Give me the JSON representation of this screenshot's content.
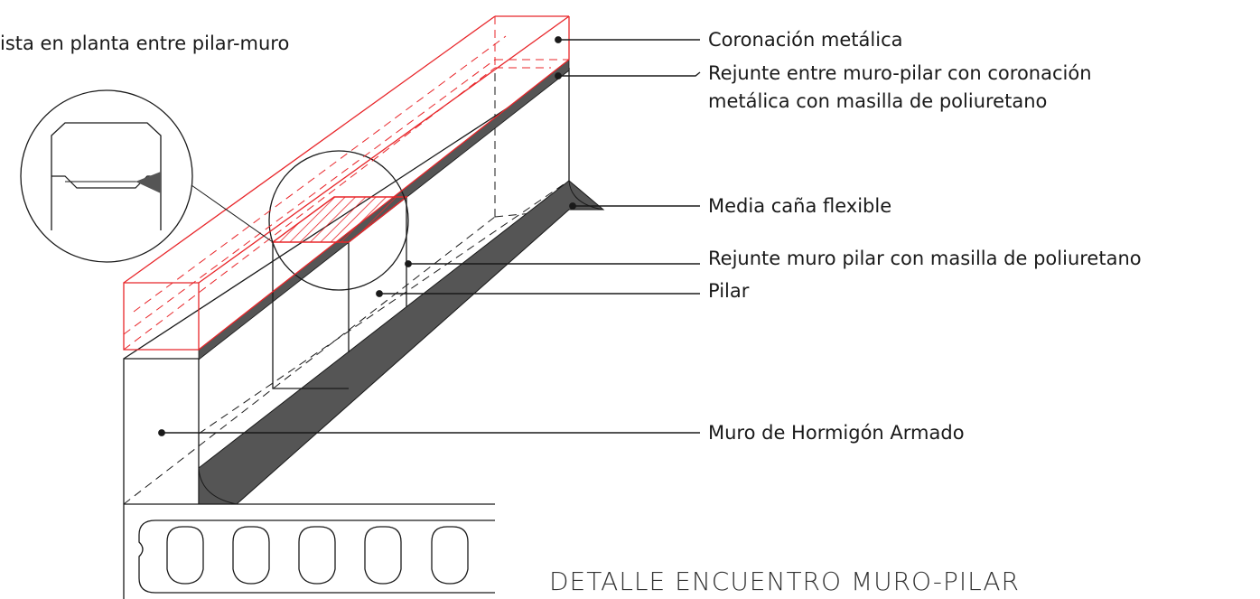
{
  "labels": {
    "plan_view": "ista en planta entre pilar-muro",
    "coronacion": "Coronación metálica",
    "rejunte_coronacion_line1": "Rejunte entre muro-pilar con coronación",
    "rejunte_coronacion_line2": "metálica con masilla de poliuretano",
    "media_cana": "Media caña flexible",
    "rejunte_muro_pilar": "Rejunte muro pilar con masilla de poliuretano",
    "pilar": "Pilar",
    "muro": "Muro de Hormigón Armado"
  },
  "title": "DETALLE ENCUENTRO MURO-PILAR",
  "colors": {
    "line": "#1a1a1a",
    "highlight": "#e8262a",
    "fill_dark": "#555555"
  }
}
